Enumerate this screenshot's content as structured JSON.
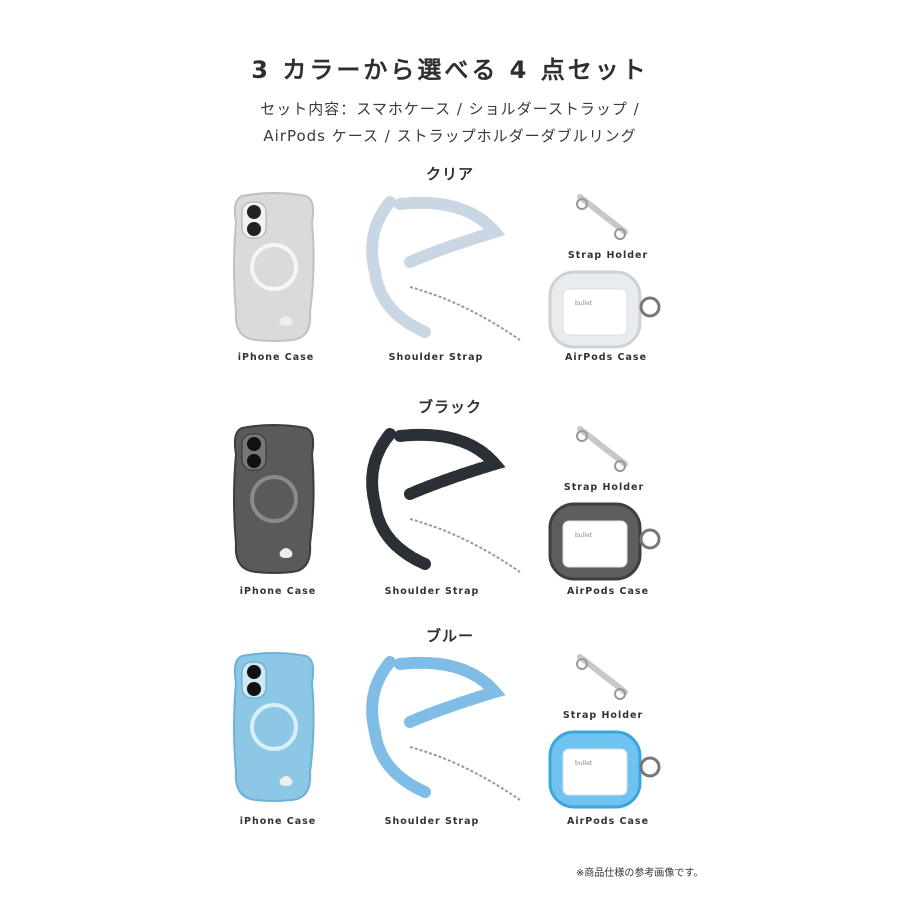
{
  "title": "3 カラーから選べる 4 点セット",
  "subtitle_line1": "セット内容：スマホケース / ショルダーストラップ /",
  "subtitle_line2": "AirPods ケース / ストラップホルダーダブルリング",
  "labels": {
    "phone": "iPhone Case",
    "strap": "Shoulder Strap",
    "holder": "Strap Holder",
    "pods": "AirPods Case"
  },
  "variants": [
    {
      "name": "クリア",
      "case_color": "#d9dadc",
      "strap_color": "#c9d6e4"
    },
    {
      "name": "ブラック",
      "case_color": "#5a5a5c",
      "strap_color": "#2b2f36"
    },
    {
      "name": "ブルー",
      "case_color": "#8cc7e6",
      "strap_color": "#7fbde6"
    }
  ],
  "pods_brand": "bullet",
  "footnote": "※商品仕様の参考画像です。"
}
